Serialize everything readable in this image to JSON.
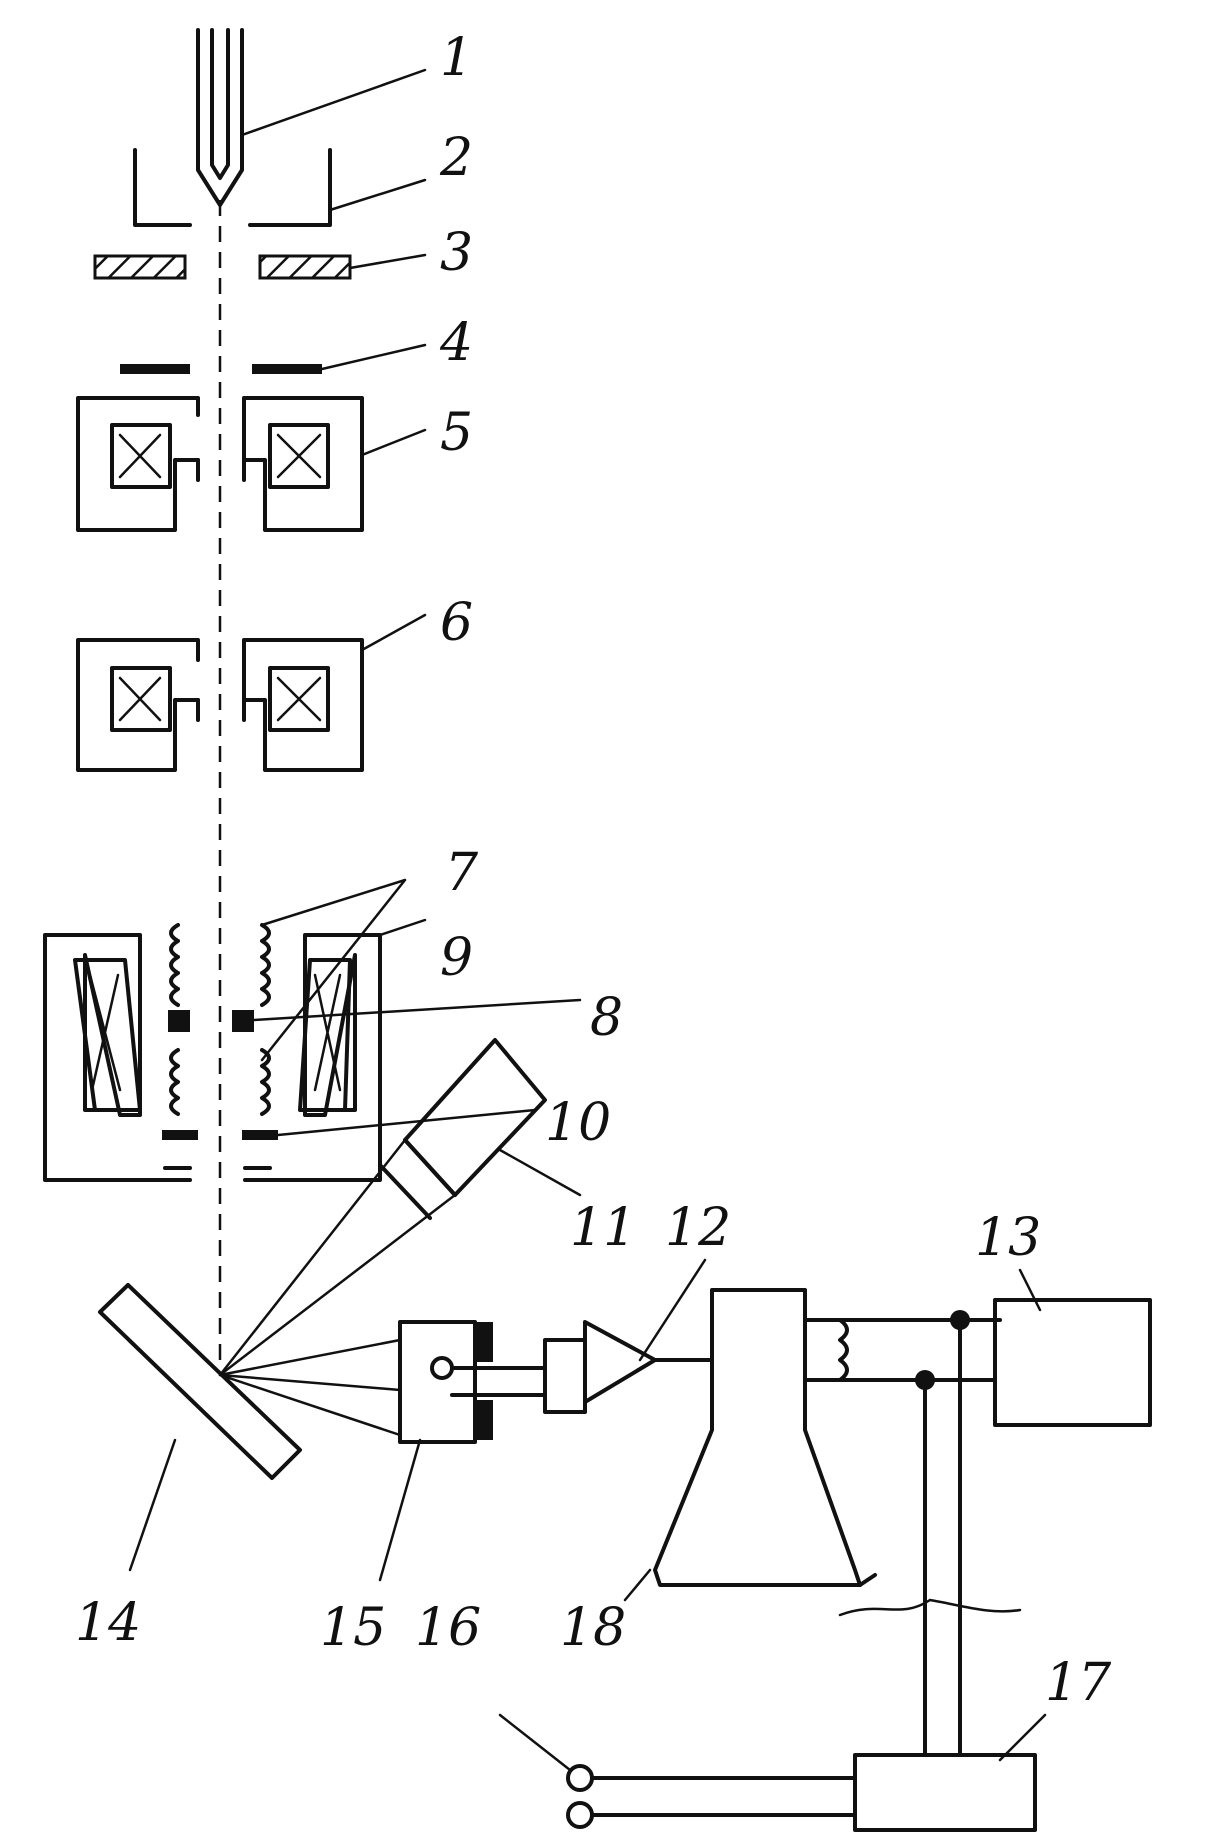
{
  "labels": {
    "l1": "1",
    "l2": "2",
    "l3": "3",
    "l4": "4",
    "l5": "5",
    "l6": "6",
    "l7": "7",
    "l8": "8",
    "l9": "9",
    "l10": "10",
    "l11": "11",
    "l12": "12",
    "l13": "13",
    "l14": "14",
    "l15": "15",
    "l16": "16",
    "l17": "17",
    "l18": "18"
  },
  "colors": {
    "ink": "#111111",
    "paper": "#ffffff"
  }
}
